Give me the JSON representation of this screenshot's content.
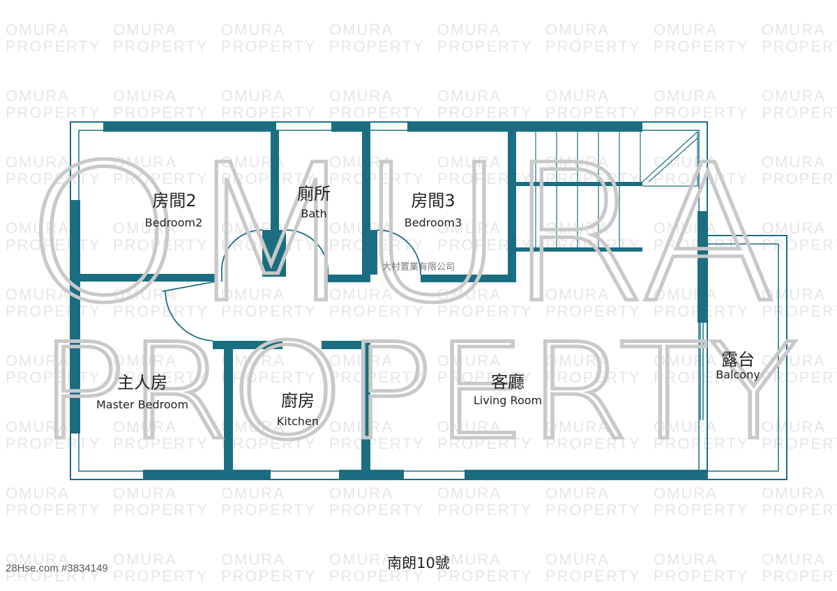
{
  "watermark": {
    "tile_line1": "OMURA",
    "tile_line2": "PROPERTY",
    "big_line1": "OMURA",
    "big_line2": "PROPERTY",
    "company": "大村置業有限公司"
  },
  "rooms": {
    "bedroom2": {
      "zh": "房間2",
      "en": "Bedroom2"
    },
    "bath": {
      "zh": "廁所",
      "en": "Bath"
    },
    "bedroom3": {
      "zh": "房間3",
      "en": "Bedroom3"
    },
    "master": {
      "zh": "主人房",
      "en": "Master Bedroom"
    },
    "kitchen": {
      "zh": "廚房",
      "en": "Kitchen"
    },
    "living": {
      "zh": "客廳",
      "en": "Living Room"
    },
    "balcony": {
      "zh": "露台",
      "en": "Balcony"
    }
  },
  "caption": "南朗10號",
  "footer": {
    "listing_id": "28Hse.com #3834149"
  },
  "colors": {
    "wall": "#1b6e82",
    "outline": "#1b6e82",
    "watermark": "#c9c9c9"
  }
}
